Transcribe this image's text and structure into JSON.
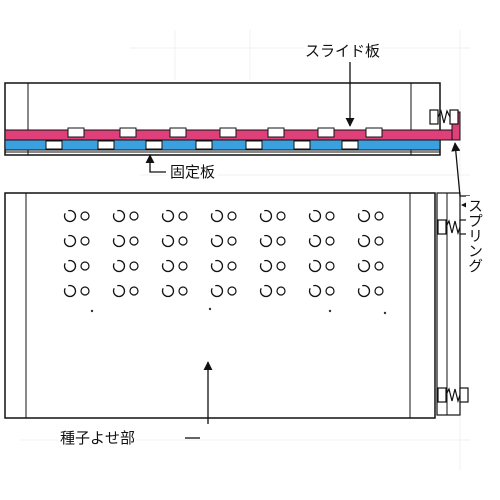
{
  "labels": {
    "slide_plate": "スライド板",
    "fixed_plate": "固定板",
    "spring": "スプリング",
    "seed_area": "種子よせ部"
  },
  "colors": {
    "slide_plate": "#e0407a",
    "fixed_plate": "#3aa0e0",
    "line": "#111111",
    "background": "#ffffff"
  },
  "seed_grid": {
    "rows": 4,
    "cols": 7
  }
}
